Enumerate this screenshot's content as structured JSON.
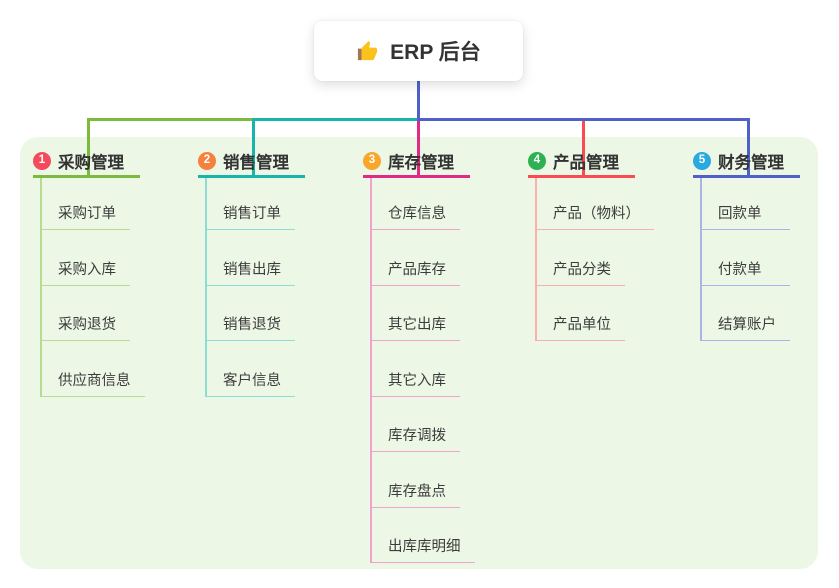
{
  "root": {
    "title": "ERP 后台",
    "icon": "thumbs-up"
  },
  "branches": [
    {
      "index": "1",
      "title": "采购管理",
      "badge_color": "#f5495c",
      "line_color": "#7cb93f",
      "line_light": "#b9da92",
      "items": [
        "采购订单",
        "采购入库",
        "采购退货",
        "供应商信息"
      ]
    },
    {
      "index": "2",
      "title": "销售管理",
      "badge_color": "#f5813d",
      "line_color": "#1ab5aa",
      "line_light": "#8fdcd5",
      "items": [
        "销售订单",
        "销售出库",
        "销售退货",
        "客户信息"
      ]
    },
    {
      "index": "3",
      "title": "库存管理",
      "badge_color": "#f8a72b",
      "line_color": "#e02a86",
      "line_light": "#f2a3cb",
      "items": [
        "仓库信息",
        "产品库存",
        "其它出库",
        "其它入库",
        "库存调拨",
        "库存盘点",
        "出库库明细"
      ]
    },
    {
      "index": "4",
      "title": "产品管理",
      "badge_color": "#2eb152",
      "line_color": "#f84c50",
      "line_light": "#fcaeb0",
      "items": [
        "产品（物料）",
        "产品分类",
        "产品单位"
      ]
    },
    {
      "index": "5",
      "title": "财务管理",
      "badge_color": "#2aa9e0",
      "line_color": "#4f61c9",
      "line_light": "#aab4e6",
      "items": [
        "回款单",
        "付款单",
        "结算账户"
      ]
    }
  ],
  "colors": {
    "page_bg": "#ffffff",
    "panel_bg": "#ecf7e6",
    "root_connector": "#4f61c9",
    "title_text": "#333333",
    "item_text": "#3c3c3c",
    "icon_hand": "#fcc21c",
    "icon_sleeve": "#a3774a"
  }
}
